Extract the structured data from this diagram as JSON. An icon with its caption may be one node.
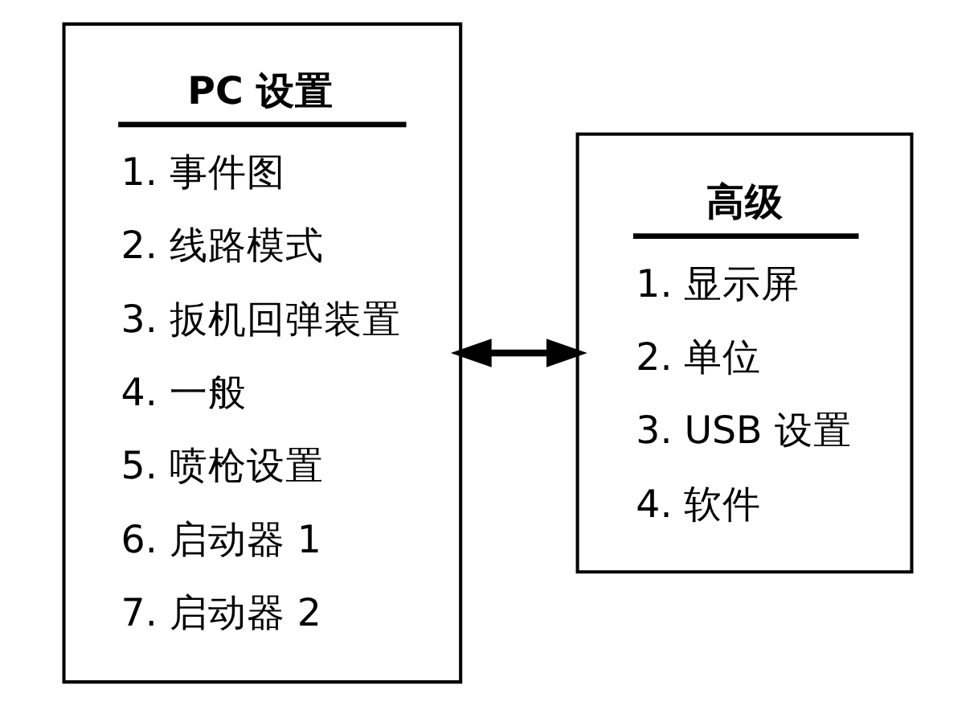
{
  "diagram": {
    "nodes": [
      {
        "text": [
          "PC 设置",
          "1. 事件图",
          "2. 线路模式",
          "3. 扳机回弹装置",
          "4. 一般",
          "5. 喷枪设置",
          "6. 启动器 1",
          "7. 启动器 2"
        ]
      },
      {
        "text": [
          "高级",
          "1. 显示屏",
          "2. 单位",
          "3. USB 设置",
          "4. 软件"
        ]
      }
    ],
    "edges": [
      {
        "from": 0,
        "to": 1,
        "arrow": "both"
      }
    ]
  }
}
